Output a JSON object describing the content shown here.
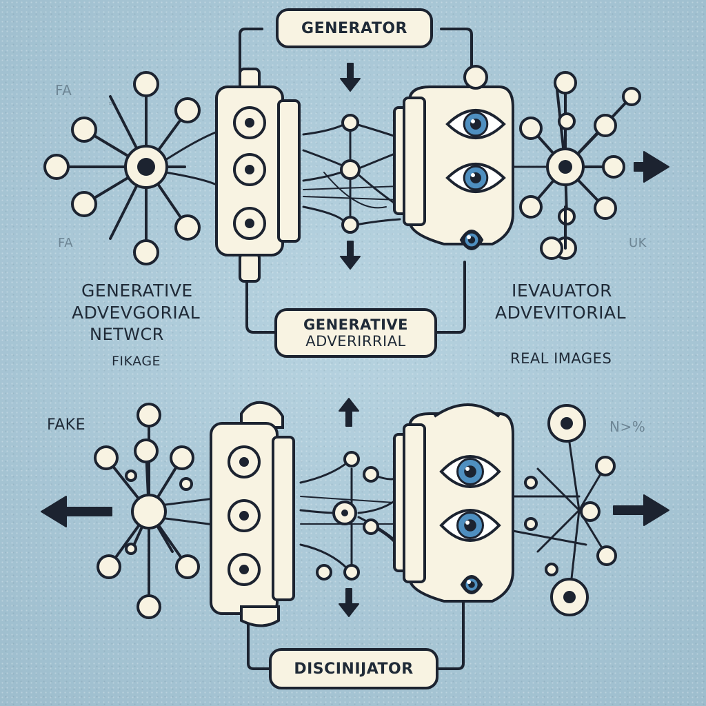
{
  "boxes": {
    "generator": "GENERATOR",
    "middle_line1": "GENERATIVE",
    "middle_line2": "ADVERIRRIAL",
    "discriminator": "DISCINIJATOR"
  },
  "left_text": {
    "line1": "GENERATIVE",
    "line2": "ADVEVGORIAL",
    "line3": "NETWCR",
    "line4": "FIKAGE",
    "fake": "FAKE",
    "fa_top": "FA",
    "fa_mid": "FA"
  },
  "right_text": {
    "line1": "IEVAUATOR",
    "line2": "ADVEVITORIAL",
    "real_images": "REAL IMAGES",
    "uk": "UK",
    "n_pct": "N>%"
  },
  "colors": {
    "background": "#a9c7d6",
    "ink": "#1c2330",
    "cream": "#f8f3e2",
    "eye_iris": "#4f8fc0"
  },
  "icons": [
    "arrow-icon",
    "eye-icon",
    "neuron-node-icon"
  ]
}
